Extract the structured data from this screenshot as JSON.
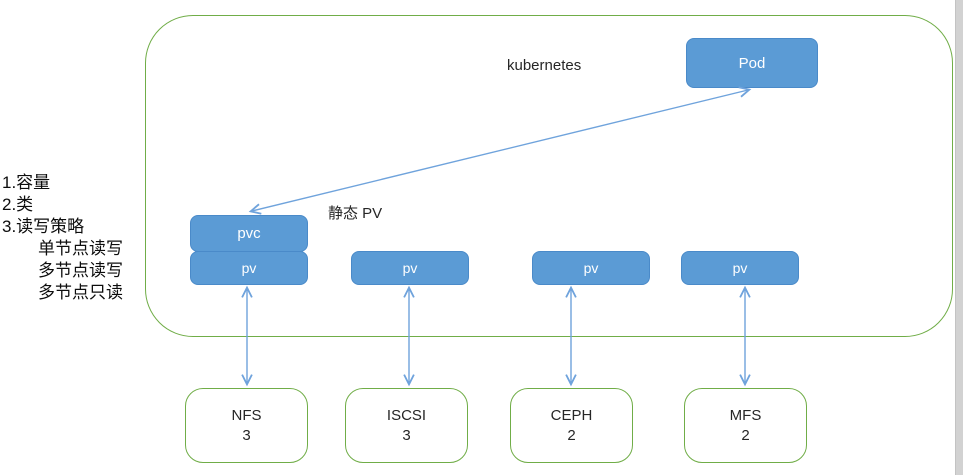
{
  "colors": {
    "node_fill": "#5b9bd5",
    "node_border": "#4a8ac9",
    "container_border": "#70ad47",
    "arrow": "#6fa3dc",
    "text_dark": "#262626"
  },
  "annotation": {
    "lines": [
      "1.容量",
      "2.类",
      "3.读写策略",
      "单节点读写",
      "多节点读写",
      "多节点只读"
    ]
  },
  "cluster": {
    "label": "kubernetes",
    "static_pv_label": "静态 PV"
  },
  "nodes": {
    "pod_label": "Pod",
    "pvc_label": "pvc",
    "pv_labels": [
      "pv",
      "pv",
      "pv",
      "pv"
    ]
  },
  "storage_backends": [
    {
      "name": "NFS",
      "count": "3"
    },
    {
      "name": "ISCSI",
      "count": "3"
    },
    {
      "name": "CEPH",
      "count": "2"
    },
    {
      "name": "MFS",
      "count": "2"
    }
  ]
}
